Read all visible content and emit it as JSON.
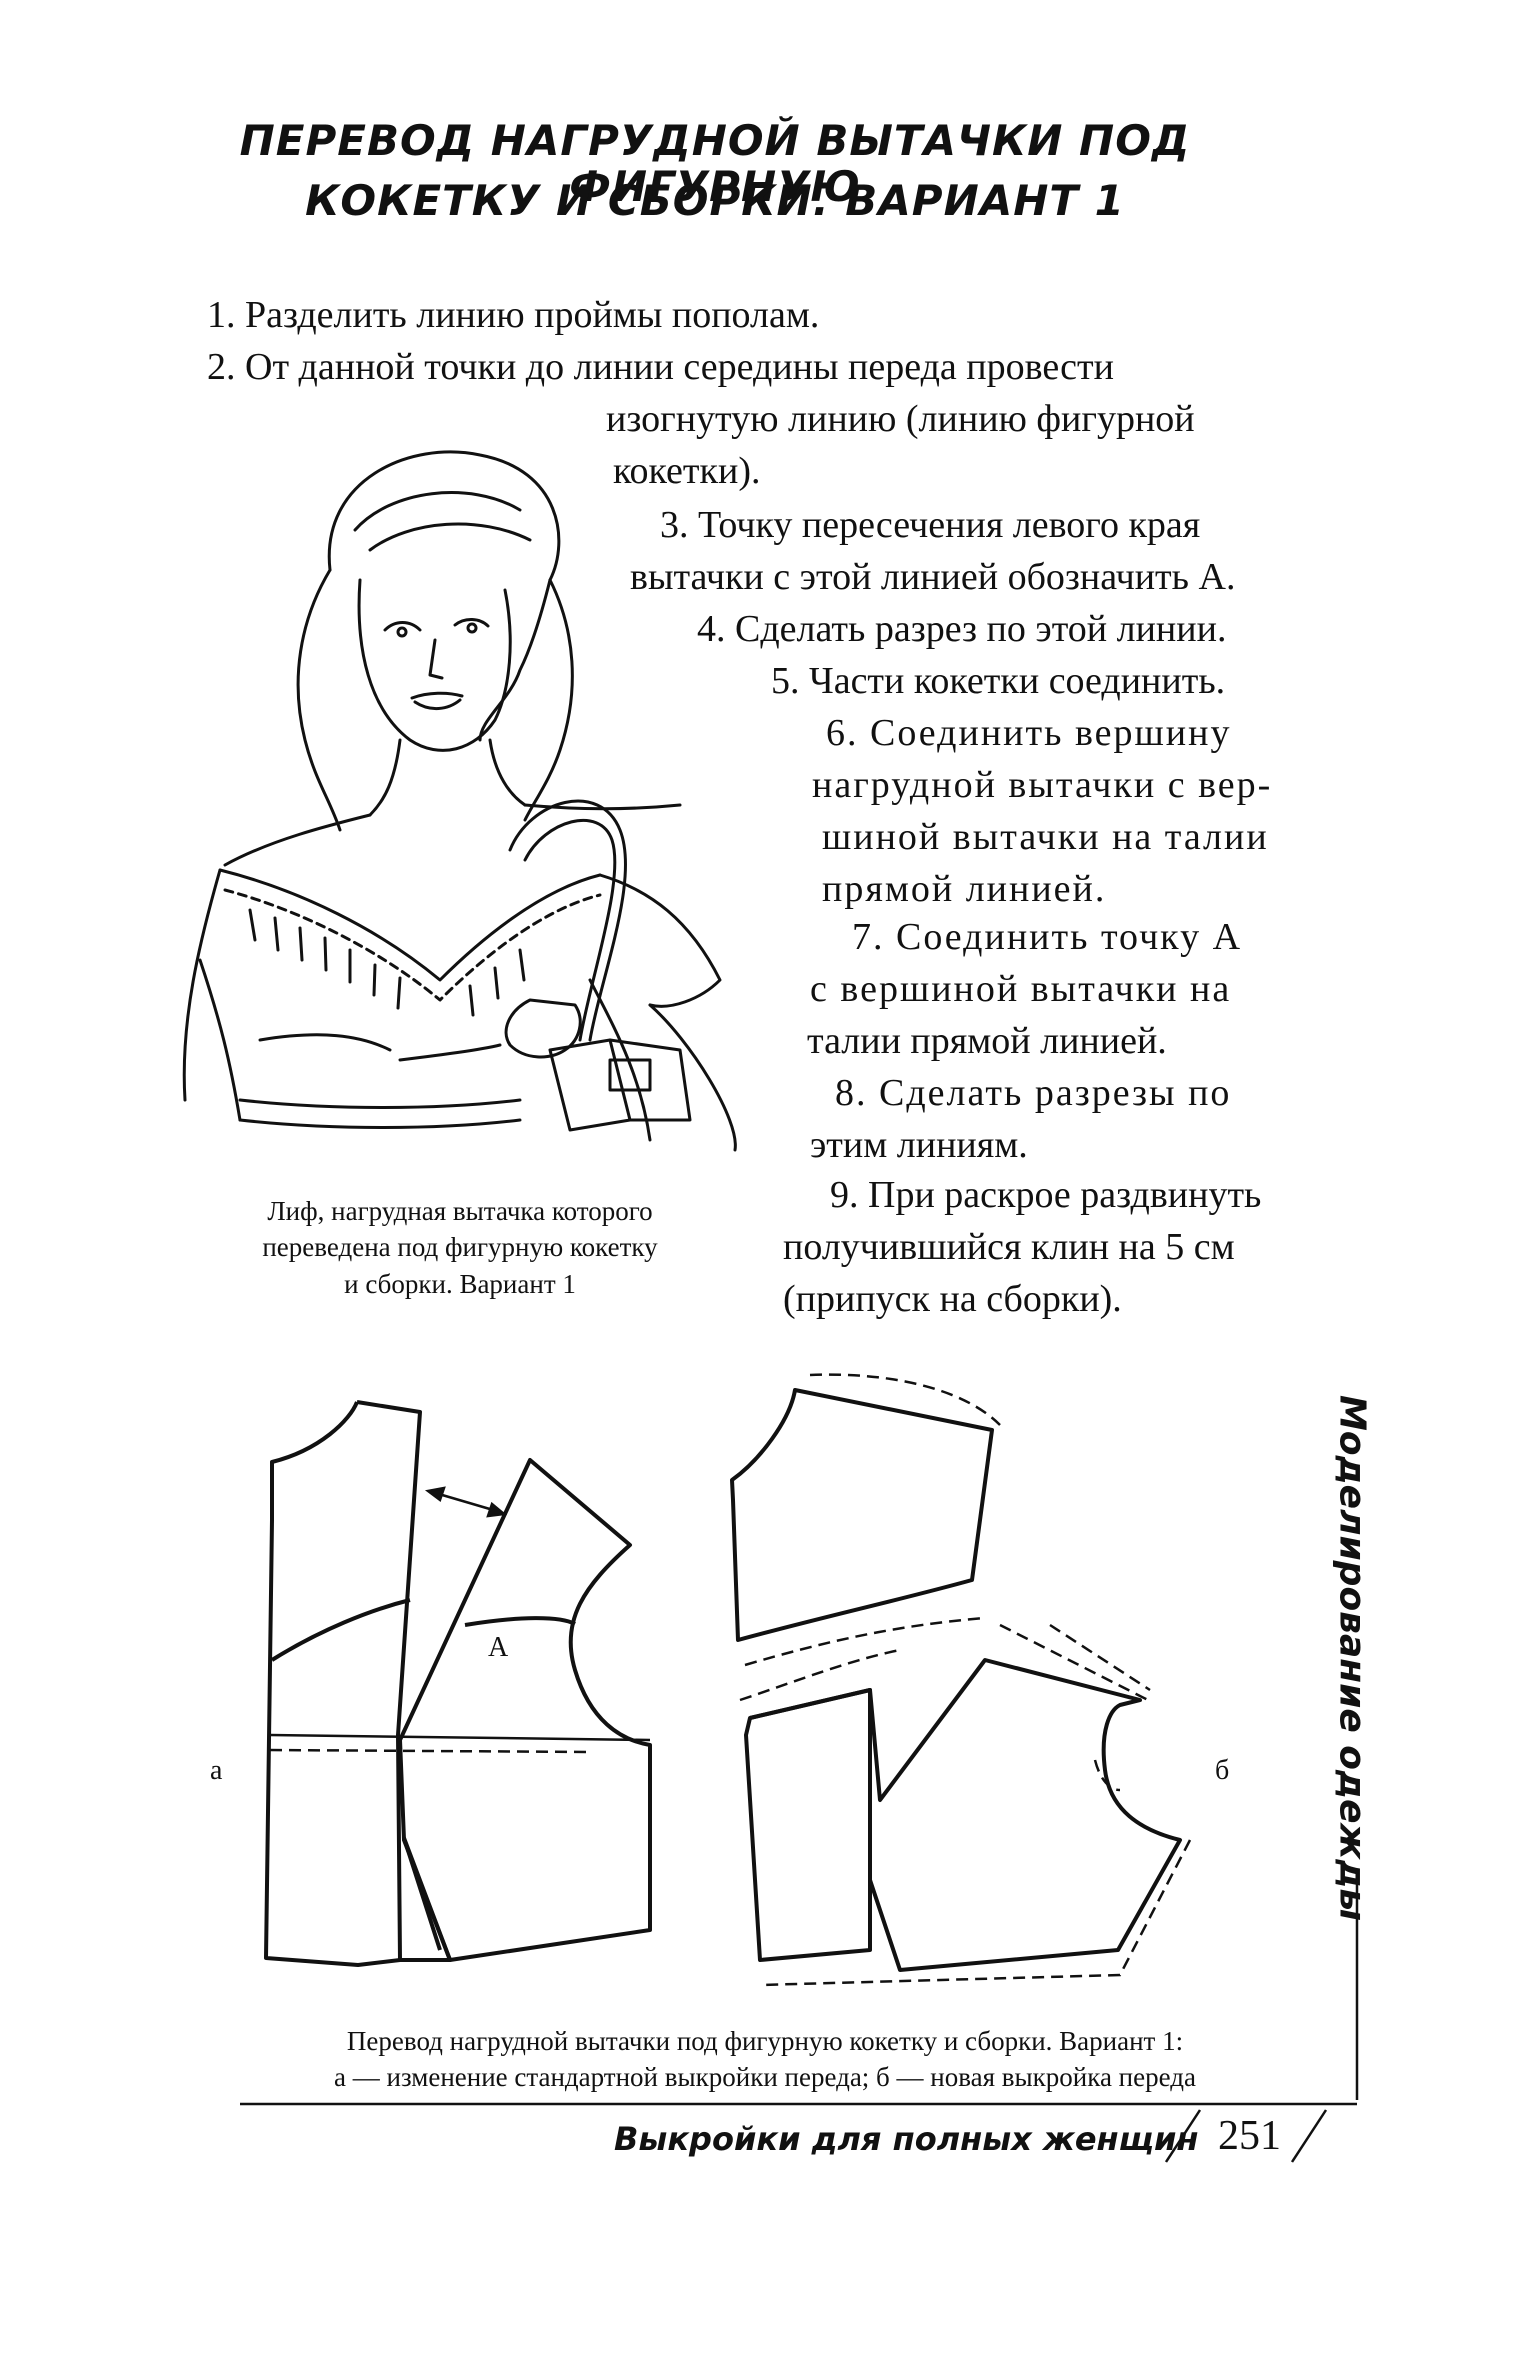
{
  "page": {
    "title_line1": "ПЕРЕВОД НАГРУДНОЙ ВЫТАЧКИ ПОД ФИГУРНУЮ",
    "title_line2": "КОКЕТКУ И СБОРКИ. ВАРИАНТ 1",
    "steps": [
      "1. Разделить линию проймы пополам.",
      "2. От данной точки до линии середины переда провести",
      "изогнутую линию (линию фигурной",
      "кокетки).",
      "3. Точку пересечения левого края",
      "вытачки с этой линией обозначить А.",
      "4. Сделать разрез по этой линии.",
      "5. Части кокетки соединить.",
      "6. Соединить вершину",
      "нагрудной вытачки с вер-",
      "шиной вытачки на талии",
      "прямой линией.",
      "7. Соединить точку А",
      "с вершиной вытачки на",
      "талии прямой линией.",
      "8. Сделать разрезы по",
      "этим линиям.",
      "9. При раскрое раздвинуть",
      "получившийся клин на 5 см",
      "(припуск на сборки)."
    ],
    "illustration_caption": [
      "Лиф, нагрудная вытачка которого",
      "переведена под фигурную кокетку",
      "и сборки. Вариант 1"
    ],
    "figure_labels": {
      "a": "а",
      "b": "б",
      "point_a": "А"
    },
    "figure_caption": [
      "Перевод нагрудной вытачки под фигурную кокетку и сборки. Вариант 1:",
      "а —  изменение стандартной выкройки переда; б —  новая выкройка переда"
    ],
    "sidebar_text": "Моделирование одежды",
    "footer_title": "Выкройки для полных женщин",
    "page_number": "251"
  }
}
